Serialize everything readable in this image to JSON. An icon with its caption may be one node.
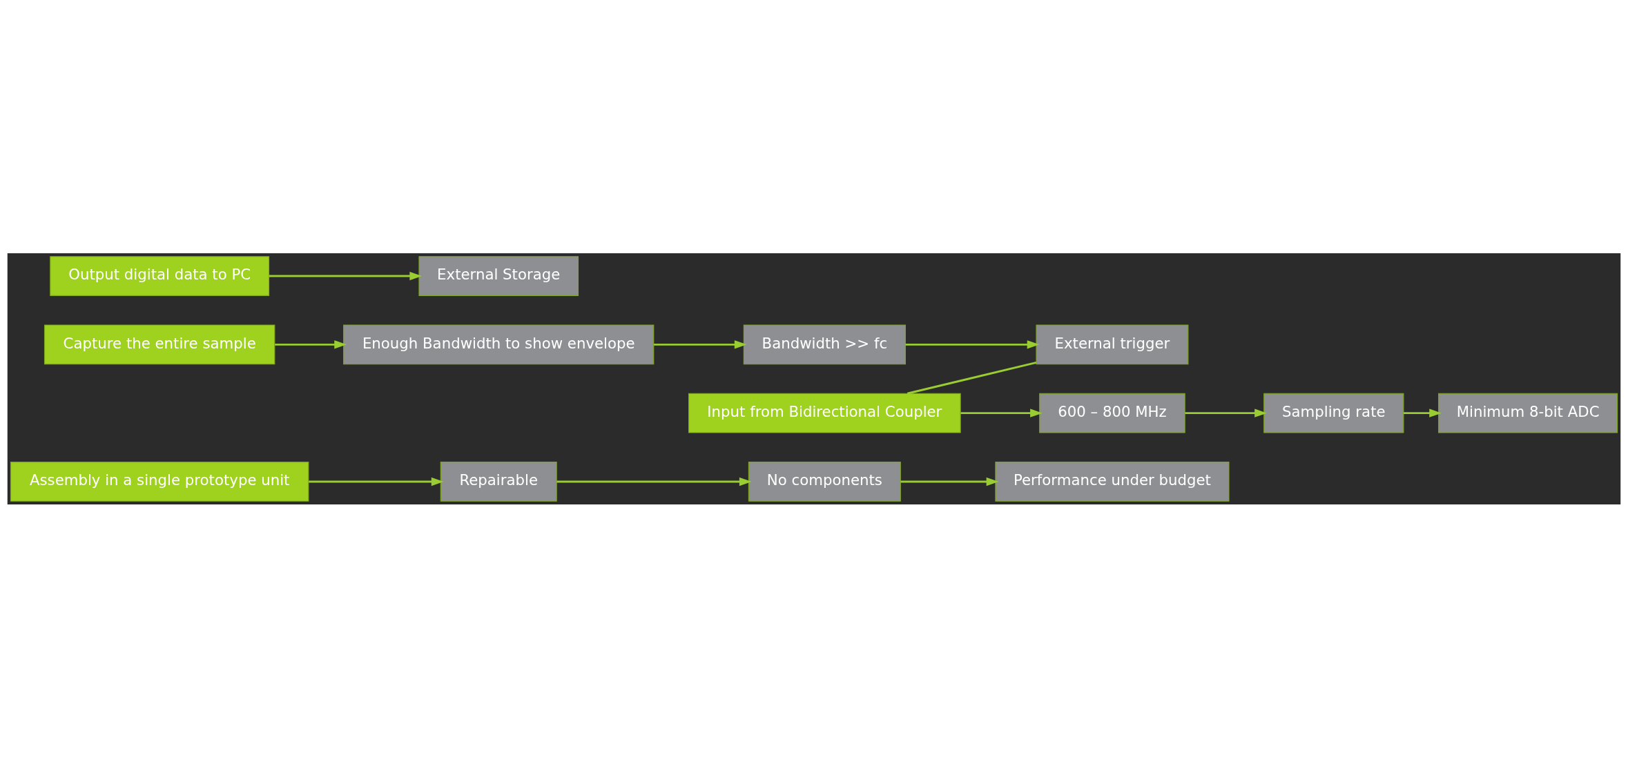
{
  "diagram": {
    "nodes": [
      {
        "text": [
          "Assembly in a single prototype unit"
        ]
      },
      {
        "text": [
          "Repairable"
        ]
      },
      {
        "text": [
          "No components"
        ]
      },
      {
        "text": [
          "Performance under budget"
        ]
      },
      {
        "text": [
          "Capture the entire sample"
        ]
      },
      {
        "text": [
          "Enough Bandwidth to show envelope"
        ]
      },
      {
        "text": [
          "Bandwidth >> fc"
        ]
      },
      {
        "text": [
          "External trigger"
        ]
      },
      {
        "text": [
          "Input from Bidirectional Coupler"
        ]
      },
      {
        "text": [
          "600 – 800 MHz"
        ]
      },
      {
        "text": [
          "Sampling rate"
        ]
      },
      {
        "text": [
          "Minimum 8-bit ADC"
        ]
      },
      {
        "text": [
          "Output digital data to PC"
        ]
      },
      {
        "text": [
          "External Storage"
        ]
      }
    ],
    "edges": [
      {
        "from": 0,
        "to": 1,
        "arrow": "to"
      },
      {
        "from": 1,
        "to": 2,
        "arrow": "to"
      },
      {
        "from": 2,
        "to": 3,
        "arrow": "to"
      },
      {
        "from": 4,
        "to": 5,
        "arrow": "to"
      },
      {
        "from": 5,
        "to": 6,
        "arrow": "to"
      },
      {
        "from": 6,
        "to": 7,
        "arrow": "to"
      },
      {
        "from": 8,
        "to": 7,
        "arrow": "none"
      },
      {
        "from": 8,
        "to": 9,
        "arrow": "to"
      },
      {
        "from": 9,
        "to": 10,
        "arrow": "to"
      },
      {
        "from": 10,
        "to": 11,
        "arrow": "to"
      },
      {
        "from": 12,
        "to": 13,
        "arrow": "to"
      }
    ]
  }
}
